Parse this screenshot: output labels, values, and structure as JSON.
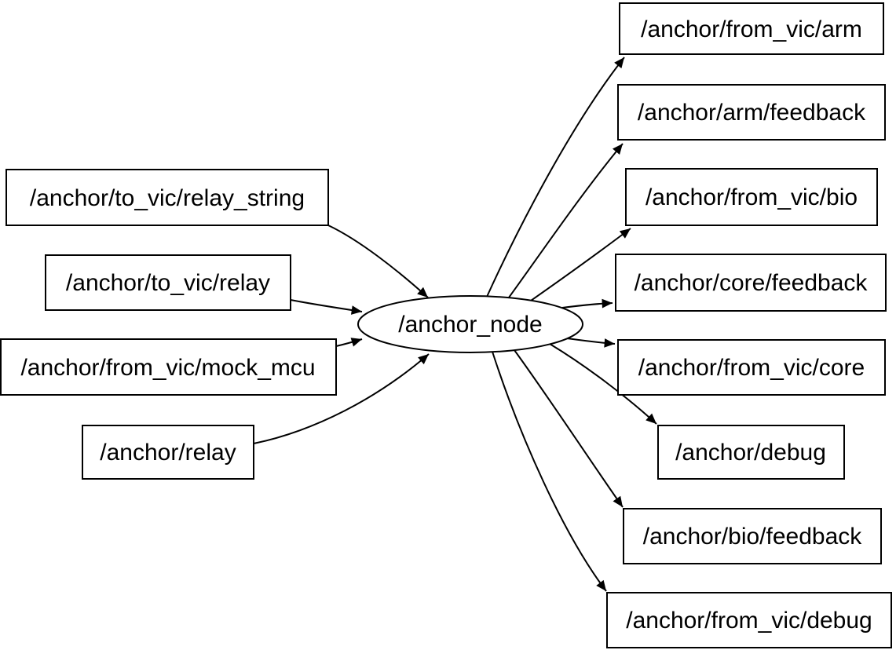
{
  "diagram": {
    "title": "ros-node-graph",
    "node": {
      "label": "/anchor_node"
    },
    "input_topics": [
      {
        "label": "/anchor/to_vic/relay_string"
      },
      {
        "label": "/anchor/to_vic/relay"
      },
      {
        "label": "/anchor/from_vic/mock_mcu"
      },
      {
        "label": "/anchor/relay"
      }
    ],
    "output_topics": [
      {
        "label": "/anchor/from_vic/arm"
      },
      {
        "label": "/anchor/arm/feedback"
      },
      {
        "label": "/anchor/from_vic/bio"
      },
      {
        "label": "/anchor/core/feedback"
      },
      {
        "label": "/anchor/from_vic/core"
      },
      {
        "label": "/anchor/debug"
      },
      {
        "label": "/anchor/bio/feedback"
      },
      {
        "label": "/anchor/from_vic/debug"
      }
    ],
    "colors": {
      "background": "#ffffff",
      "stroke": "#000000",
      "text": "#000000"
    }
  }
}
